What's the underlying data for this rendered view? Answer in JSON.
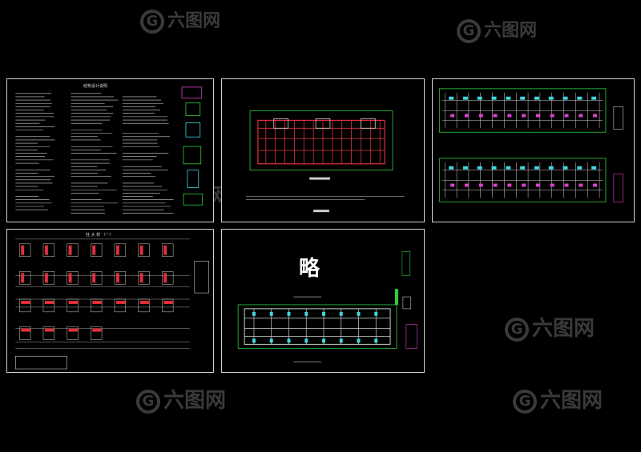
{
  "watermark": {
    "text": "六图网",
    "logo_letter": "G"
  },
  "sheets": [
    {
      "id": "design-notes",
      "title": "结构设计说明"
    },
    {
      "id": "foundation-plan"
    },
    {
      "id": "floor-plans"
    },
    {
      "id": "column-details",
      "title": "柱 大 样 （一）"
    },
    {
      "id": "beam-plan",
      "placeholder_glyph": "略"
    }
  ],
  "colors": {
    "background": "#000000",
    "frame": "#cfcfcf",
    "green": "#2fcf3f",
    "red": "#e0303a",
    "cyan": "#3fd8e0",
    "magenta": "#e040d0",
    "white": "#ffffff",
    "yellow": "#e8e030"
  }
}
